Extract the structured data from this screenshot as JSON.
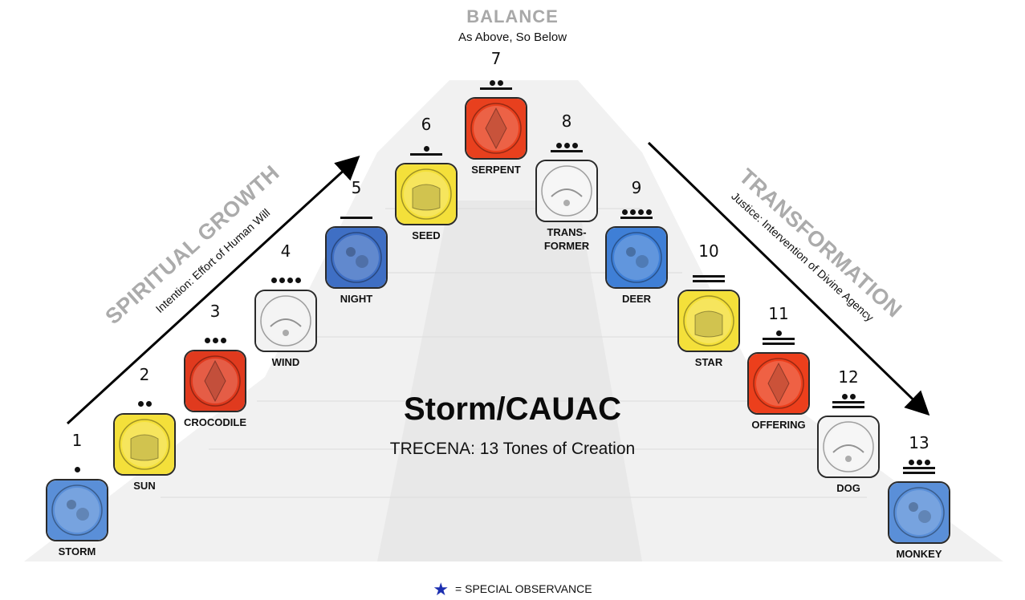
{
  "header": {
    "title": "BALANCE",
    "subtitle": "As Above, So Below"
  },
  "center": {
    "title": "Storm/CAUAC",
    "subtitle": "TRECENA: 13 Tones of Creation"
  },
  "left_diagonal": {
    "title": "SPIRITUAL GROWTH",
    "subtitle": "Intention: Effort of Human Will"
  },
  "right_diagonal": {
    "title": "TRANSFORMATION",
    "subtitle": "Justice: Intervention of Divine Agency"
  },
  "legend": {
    "symbol": "★",
    "text": "= SPECIAL OBSERVANCE",
    "star_color": "#1c2fb0"
  },
  "tones": [
    {
      "number": "1",
      "label": "STORM",
      "dots": 1,
      "bars": 0,
      "color": "#5a8fd8"
    },
    {
      "number": "2",
      "label": "SUN",
      "dots": 2,
      "bars": 0,
      "color": "#f4e03a"
    },
    {
      "number": "3",
      "label": "CROCODILE",
      "dots": 3,
      "bars": 0,
      "color": "#e03a1e"
    },
    {
      "number": "4",
      "label": "WIND",
      "dots": 4,
      "bars": 0,
      "color": "#f2f2f2"
    },
    {
      "number": "5",
      "label": "NIGHT",
      "dots": 0,
      "bars": 1,
      "color": "#3f6fc4"
    },
    {
      "number": "6",
      "label": "SEED",
      "dots": 1,
      "bars": 1,
      "color": "#f4e03a"
    },
    {
      "number": "7",
      "label": "SERPENT",
      "dots": 2,
      "bars": 1,
      "color": "#e8401e"
    },
    {
      "number": "8",
      "label": "TRANS-\nFORMER",
      "dots": 3,
      "bars": 1,
      "color": "#f4f4f4"
    },
    {
      "number": "9",
      "label": "DEER",
      "dots": 4,
      "bars": 1,
      "color": "#3f7fd6"
    },
    {
      "number": "10",
      "label": "STAR",
      "dots": 0,
      "bars": 2,
      "color": "#f4e03a"
    },
    {
      "number": "11",
      "label": "OFFERING",
      "dots": 1,
      "bars": 2,
      "color": "#ec3f1c"
    },
    {
      "number": "12",
      "label": "DOG",
      "dots": 2,
      "bars": 2,
      "color": "#f4f4f4"
    },
    {
      "number": "13",
      "label": "MONKEY",
      "dots": 3,
      "bars": 2,
      "color": "#5a8fd8"
    }
  ]
}
